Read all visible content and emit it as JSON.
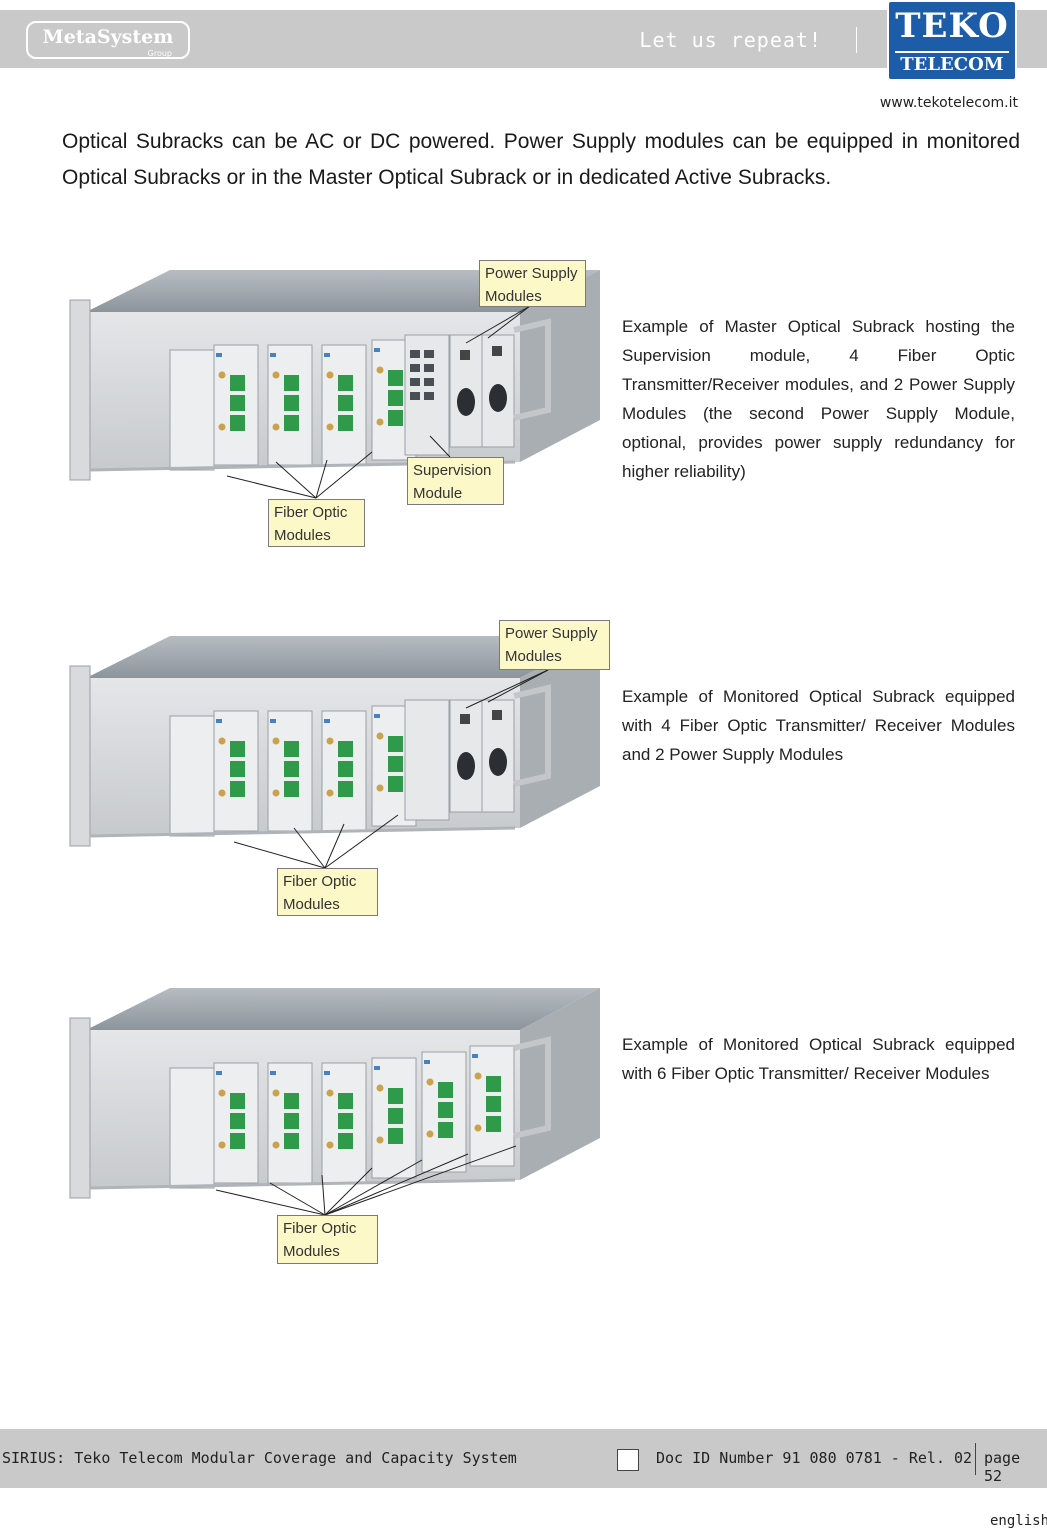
{
  "header": {
    "metasystem_name": "MetaSystem",
    "metasystem_sub": "Group",
    "slogan": "Let us repeat!",
    "teko_line1": "TEKO",
    "teko_line2": "TELECOM",
    "website": "www.tekotelecom.it"
  },
  "intro": "Optical Subracks can be AC or DC powered. Power Supply modules can be equipped in monitored Optical Subracks or in the Master Optical Subrack or in dedicated Active Subracks.",
  "examples": [
    {
      "description": "Example of Master Optical Subrack hosting the Supervision module, 4 Fiber Optic Transmitter/Receiver modules, and 2 Power Supply Modules (the second Power Supply Module, optional, provides power supply redundancy for higher reliability)",
      "callouts": {
        "power_supply": [
          "Power Supply",
          "Modules"
        ],
        "supervision": [
          "Supervision",
          "Module"
        ],
        "fiber_optic": [
          "Fiber Optic",
          "Modules"
        ]
      }
    },
    {
      "description": "Example of Monitored Optical Subrack equipped with 4 Fiber Optic Transmitter/ Receiver Modules and 2 Power Supply Modules",
      "callouts": {
        "power_supply": [
          "Power Supply",
          "Modules"
        ],
        "fiber_optic": [
          "Fiber Optic",
          "Modules"
        ]
      }
    },
    {
      "description": "Example of Monitored Optical Subrack equipped with 6 Fiber Optic Transmitter/ Receiver Modules",
      "callouts": {
        "fiber_optic": [
          "Fiber Optic",
          "Modules"
        ]
      }
    }
  ],
  "footer": {
    "title": "SIRIUS: Teko Telecom Modular Coverage and Capacity System",
    "doc_id": "Doc ID Number 91 080 0781 - Rel. 02",
    "page": "page 52",
    "language": "english"
  }
}
